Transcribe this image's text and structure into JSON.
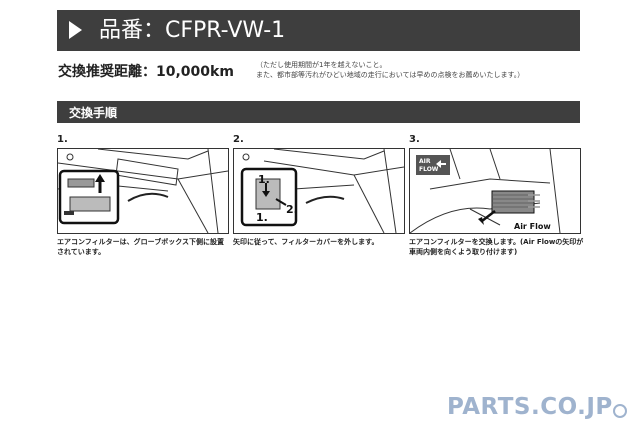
{
  "header": {
    "title": "品番：CFPR-VW-1"
  },
  "interval": {
    "label": "交換推奨距離：10,000km",
    "note_1": "（ただし使用期間が1年を越えないこと。",
    "note_2": "また、都市部等汚れがひどい地域の走行においては早めの点検をお薦めいたします。）"
  },
  "section": {
    "title": "交換手順"
  },
  "steps": [
    {
      "number": "1.",
      "caption_1": "エアコンフィルターは、グローブボックス下側に設置",
      "caption_2": "されています。"
    },
    {
      "number": "2.",
      "caption_1": "矢印に従って、フィルターカバーを外します。",
      "diagram_labels": [
        "1.",
        "2.",
        "1."
      ]
    },
    {
      "number": "3.",
      "caption_1": "エアコンフィルターを交換します。(Air Flowの矢印が",
      "caption_2": "車両内側を向くよう取り付けます)",
      "diagram_labels": [
        "AIR",
        "FLOW",
        "Air Flow"
      ]
    }
  ],
  "footer": {
    "logo": "PARTS.CO.JP"
  },
  "colors": {
    "header_bg": "#3e3e3e",
    "logo": "#9fb3ce"
  }
}
